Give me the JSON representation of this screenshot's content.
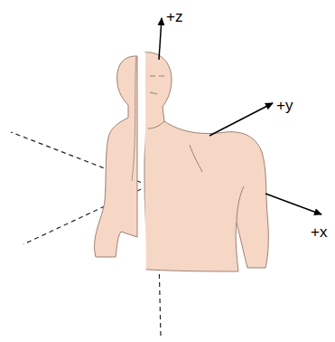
{
  "diagram": {
    "labels": [
      "+z",
      "+y",
      "+x"
    ]
  }
}
